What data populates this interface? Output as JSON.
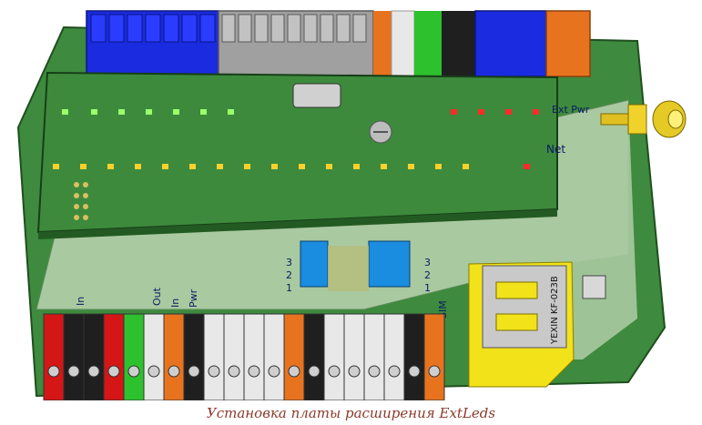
{
  "caption": "Установка платы расширения ExtLeds",
  "board_labels": {
    "in_1": "In",
    "out": "Out",
    "in_2": "In",
    "pwr_bottom": "Pwr",
    "ext_pwr": "Ext Pwr",
    "net": "Net",
    "sim": "SIM",
    "sim_holder": "YEXIN KF-023B",
    "header_left": [
      "3",
      "2",
      "1"
    ],
    "header_right": [
      "3",
      "2",
      "1"
    ]
  },
  "colors": {
    "board_green": "#3e8a3e",
    "board_light": "#a9c9a0",
    "sim_yellow": "#f2e21a",
    "accent_orange": "#e8731e",
    "terminal_blue": "#1a2be0",
    "terminal_grey": "#a0a0a0",
    "terminal_red": "#d51616",
    "terminal_black": "#1f1f1f",
    "caption_color": "#8a3a2a"
  },
  "icons": [
    "sma-connector-icon",
    "screw-icon",
    "usb-connector-icon",
    "led-icon"
  ]
}
